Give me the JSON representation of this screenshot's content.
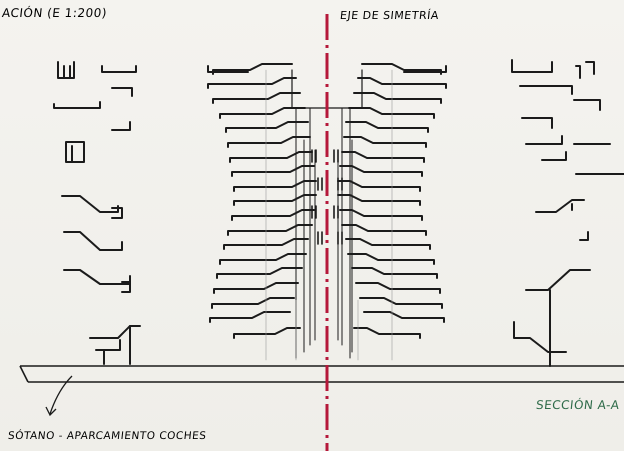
{
  "labels": {
    "title": "ACIÓN (E 1:200)",
    "symmetry_axis": "EJE DE SIMETRÍA",
    "section": "SECCIÓN A-A",
    "basement": "SÓTANO - APARCAMIENTO COCHES"
  },
  "colors": {
    "ink": "#1b1b1b",
    "axis": "#b5183a",
    "section_label": "#2f6b4a",
    "paper": "#f3f2ee"
  },
  "icons": {
    "leader_arrow": "curved-arrow-icon"
  }
}
